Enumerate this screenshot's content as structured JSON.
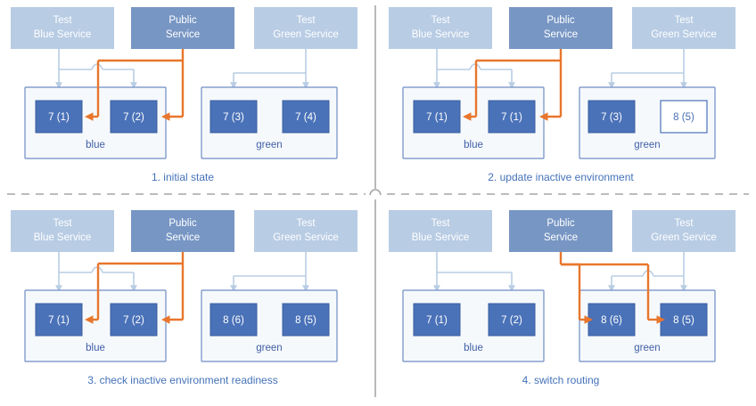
{
  "diagram": {
    "title_present": false,
    "colors": {
      "test_service_fill": "#b8cce4",
      "public_service_fill": "#7796c4",
      "node_fill": "#4a72b8",
      "node_border": "#3a5fa0",
      "node_text": "#ffffff",
      "node_alt_fill": "#ffffff",
      "node_alt_text": "#4a6fb5",
      "env_border": "#6f8dc4",
      "env_fill": "#f7f9fc",
      "arrow_light": "#b9cde4",
      "arrow_orange": "#e8762c",
      "caption_text": "#4472b8",
      "divider": "#a6a6a6"
    },
    "panels": [
      {
        "id": "panel-1",
        "caption": "1. initial state",
        "services": [
          {
            "name": "test-blue-service",
            "line1": "Test",
            "line2": "Blue Service",
            "style": "test"
          },
          {
            "name": "public-service",
            "line1": "Public",
            "line2": "Service",
            "style": "public"
          },
          {
            "name": "test-green-service",
            "line1": "Test",
            "line2": "Green Service",
            "style": "test"
          }
        ],
        "environments": [
          {
            "name": "blue",
            "label": "blue",
            "nodes": [
              {
                "label": "7 (1)",
                "style": "filled"
              },
              {
                "label": "7 (2)",
                "style": "filled"
              }
            ]
          },
          {
            "name": "green",
            "label": "green",
            "nodes": [
              {
                "label": "7 (3)",
                "style": "filled"
              },
              {
                "label": "7 (4)",
                "style": "filled"
              }
            ]
          }
        ],
        "routing": "public-to-blue"
      },
      {
        "id": "panel-2",
        "caption": "2. update inactive environment",
        "services": [
          {
            "name": "test-blue-service",
            "line1": "Test",
            "line2": "Blue Service",
            "style": "test"
          },
          {
            "name": "public-service",
            "line1": "Public",
            "line2": "Service",
            "style": "public"
          },
          {
            "name": "test-green-service",
            "line1": "Test",
            "line2": "Green Service",
            "style": "test"
          }
        ],
        "environments": [
          {
            "name": "blue",
            "label": "blue",
            "nodes": [
              {
                "label": "7 (1)",
                "style": "filled"
              },
              {
                "label": "7 (1)",
                "style": "filled"
              }
            ]
          },
          {
            "name": "green",
            "label": "green",
            "nodes": [
              {
                "label": "7 (3)",
                "style": "filled"
              },
              {
                "label": "8 (5)",
                "style": "outline"
              }
            ]
          }
        ],
        "routing": "public-to-blue"
      },
      {
        "id": "panel-3",
        "caption": "3. check inactive environment readiness",
        "services": [
          {
            "name": "test-blue-service",
            "line1": "Test",
            "line2": "Blue Service",
            "style": "test"
          },
          {
            "name": "public-service",
            "line1": "Public",
            "line2": "Service",
            "style": "public"
          },
          {
            "name": "test-green-service",
            "line1": "Test",
            "line2": "Green Service",
            "style": "test"
          }
        ],
        "environments": [
          {
            "name": "blue",
            "label": "blue",
            "nodes": [
              {
                "label": "7 (1)",
                "style": "filled"
              },
              {
                "label": "7 (2)",
                "style": "filled"
              }
            ]
          },
          {
            "name": "green",
            "label": "green",
            "nodes": [
              {
                "label": "8 (6)",
                "style": "filled"
              },
              {
                "label": "8 (5)",
                "style": "filled"
              }
            ]
          }
        ],
        "routing": "public-to-blue"
      },
      {
        "id": "panel-4",
        "caption": "4. switch routing",
        "services": [
          {
            "name": "test-blue-service",
            "line1": "Test",
            "line2": "Blue Service",
            "style": "test"
          },
          {
            "name": "public-service",
            "line1": "Public",
            "line2": "Service",
            "style": "public"
          },
          {
            "name": "test-green-service",
            "line1": "Test",
            "line2": "Green Service",
            "style": "test"
          }
        ],
        "environments": [
          {
            "name": "blue",
            "label": "blue",
            "nodes": [
              {
                "label": "7 (1)",
                "style": "filled"
              },
              {
                "label": "7 (2)",
                "style": "filled"
              }
            ]
          },
          {
            "name": "green",
            "label": "green",
            "nodes": [
              {
                "label": "8 (6)",
                "style": "filled"
              },
              {
                "label": "8 (5)",
                "style": "filled"
              }
            ]
          }
        ],
        "routing": "public-to-green"
      }
    ]
  }
}
